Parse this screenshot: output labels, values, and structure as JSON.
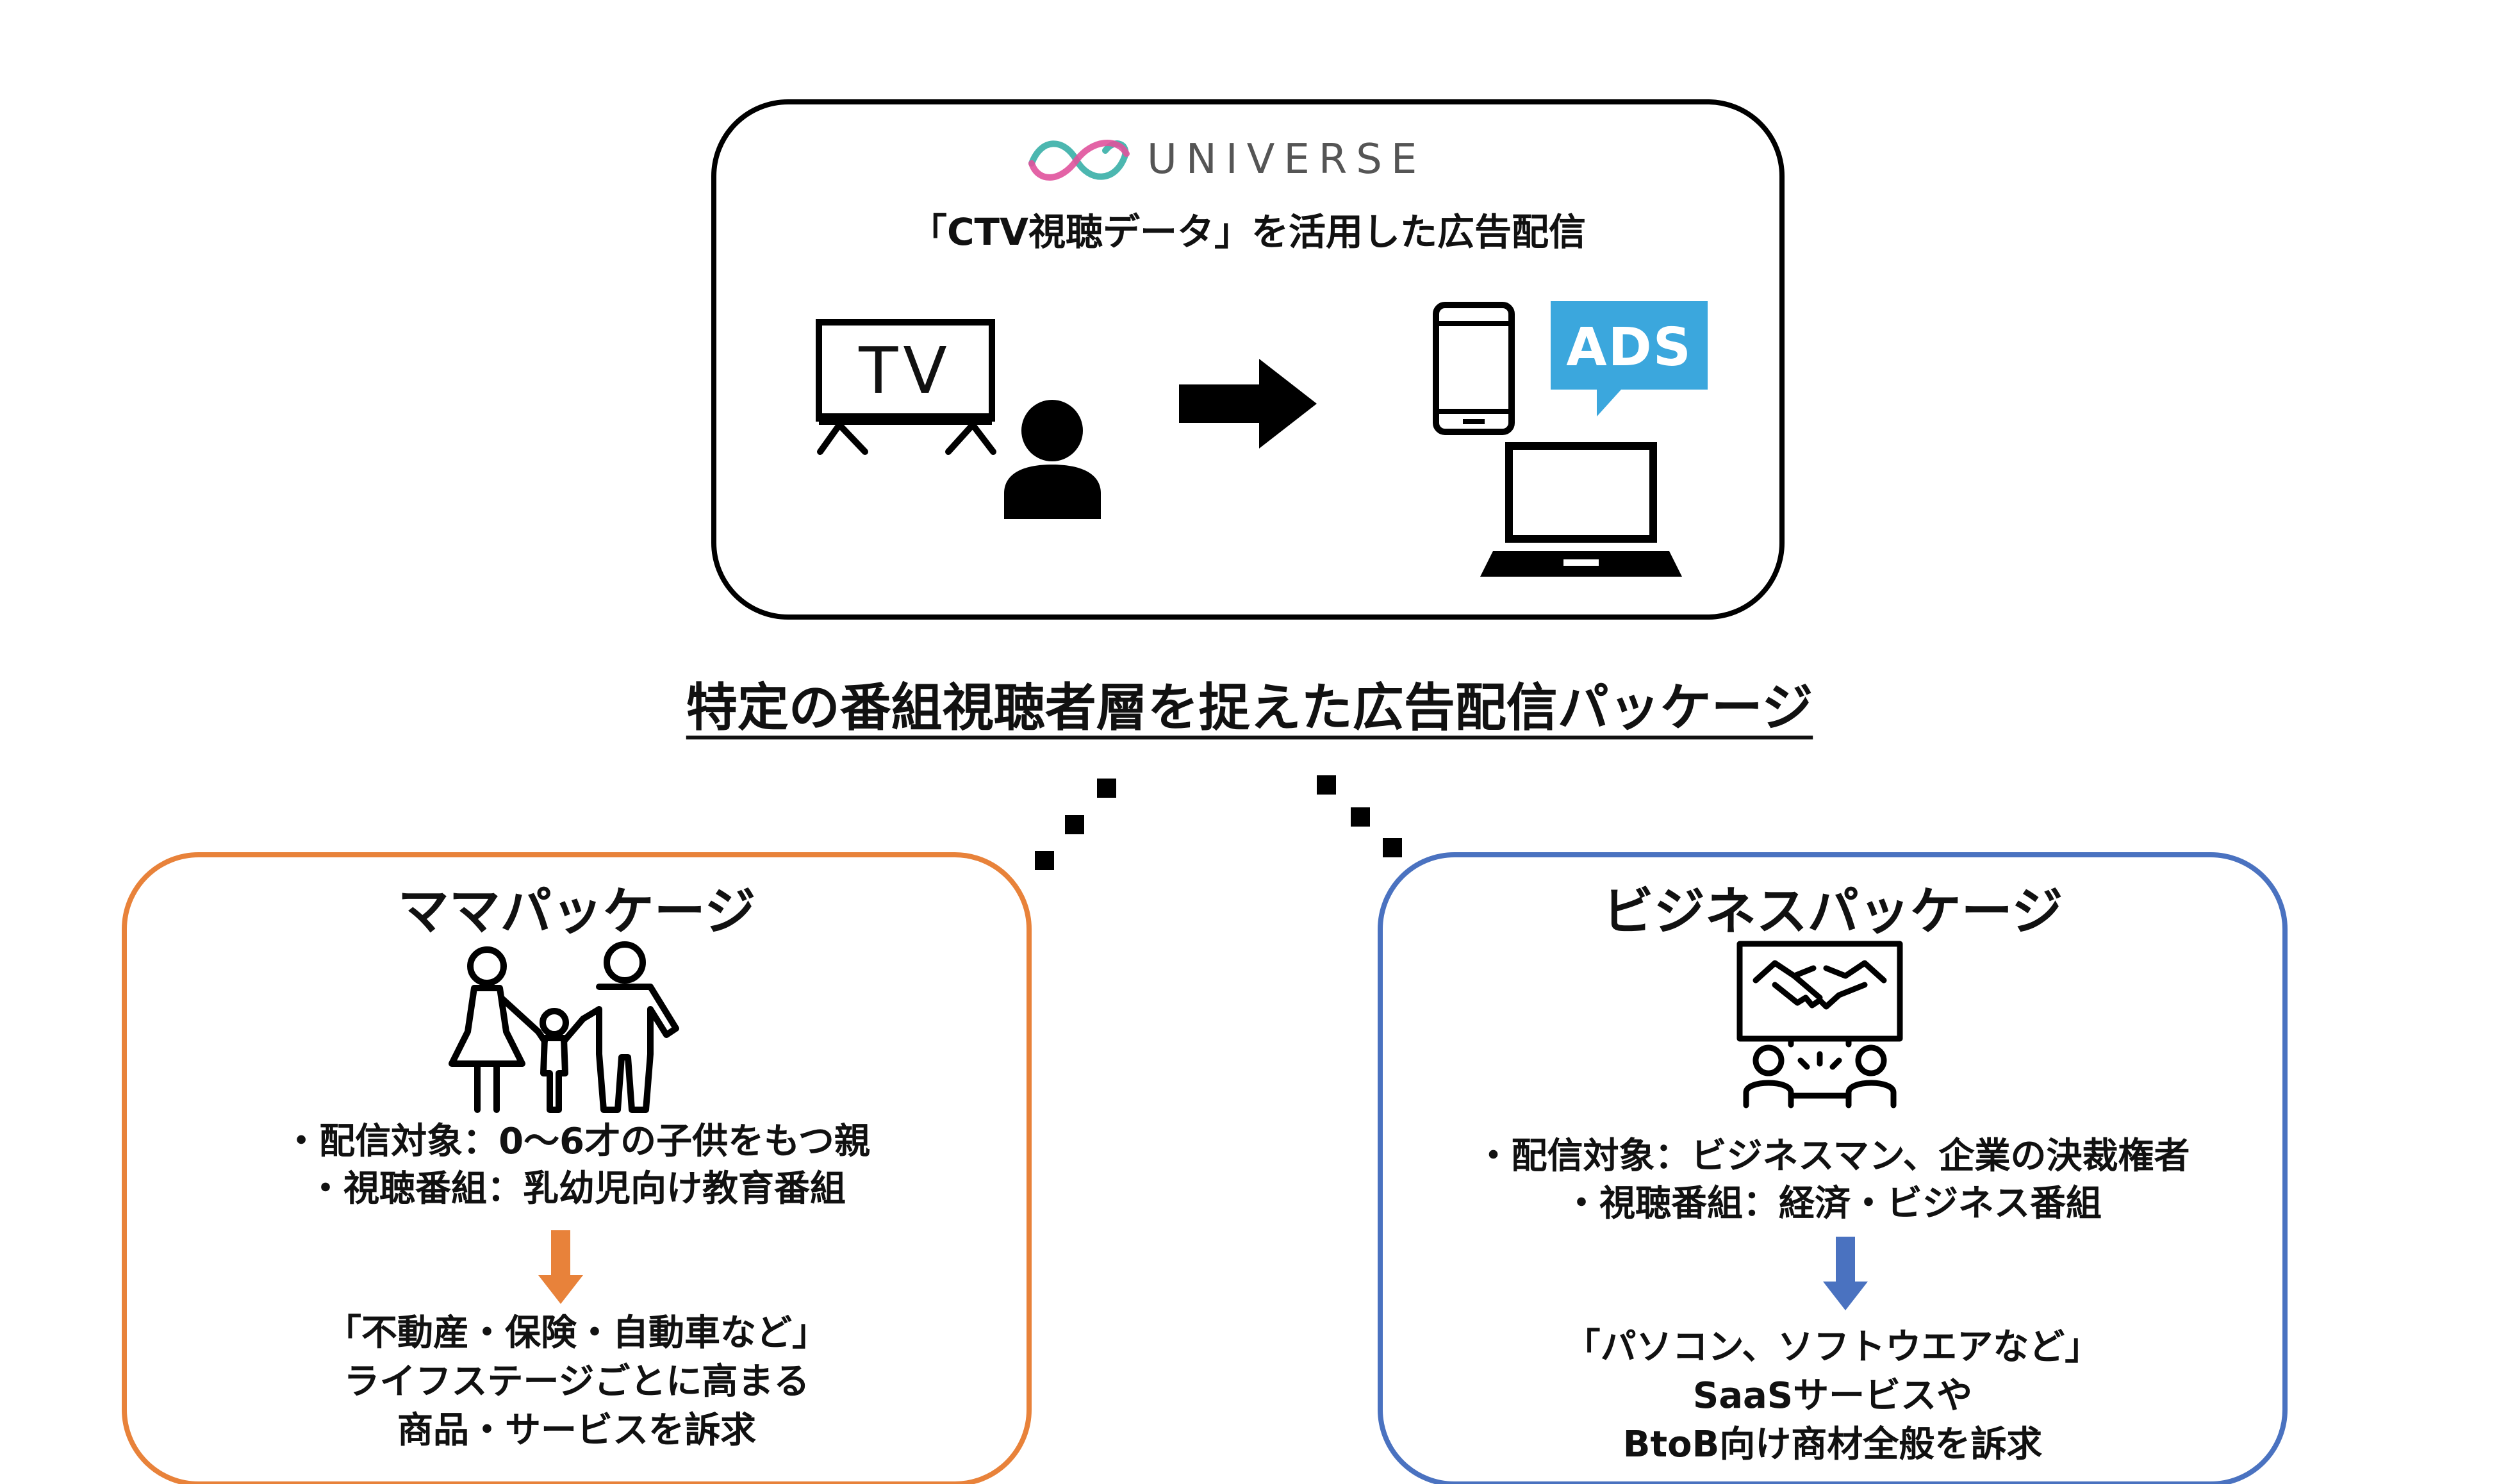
{
  "colors": {
    "black": "#000000",
    "mama_accent": "#e8823a",
    "business_accent": "#4a72c0",
    "ads_bubble": "#3ba7dd",
    "logo_pink": "#e0529c",
    "logo_teal": "#4cb7b0",
    "logo_text": "#555555"
  },
  "top": {
    "logo_text": "UNIVERSE",
    "subtitle": "「CTV視聴データ」を活用した広告配信",
    "tv_label": "TV",
    "ads_label": "ADS",
    "icons": [
      "tv-icon",
      "person-icon",
      "right-arrow-icon",
      "smartphone-icon",
      "ads-bubble-icon",
      "laptop-icon"
    ]
  },
  "headline": "特定の番組視聴者層を捉えた広告配信パッケージ",
  "mama": {
    "title": "ママパッケージ",
    "icon": "family-icon",
    "details": [
      "・配信対象：0〜6才の子供をもつ親",
      "・視聴番組：乳幼児向け教育番組"
    ],
    "arrow_icon": "down-arrow-icon",
    "result_lines": [
      "「不動産・保険・自動車など」",
      "ライフステージごとに高まる",
      "商品・サービスを訴求"
    ]
  },
  "business": {
    "title": "ビジネスパッケージ",
    "icon": "business-meeting-icon",
    "details": [
      "・配信対象：ビジネスマン、企業の決裁権者",
      "・視聴番組：経済・ビジネス番組"
    ],
    "arrow_icon": "down-arrow-icon",
    "result_lines": [
      "「パソコン、ソフトウエアなど」",
      "SaaSサービスや",
      "BtoB向け商材全般を訴求"
    ]
  }
}
